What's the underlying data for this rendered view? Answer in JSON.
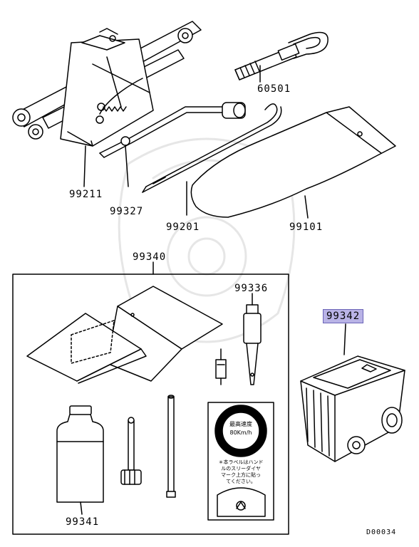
{
  "parts": {
    "p60501": "60501",
    "p99211": "99211",
    "p99327": "99327",
    "p99201": "99201",
    "p99101": "99101",
    "p99340": "99340",
    "p99336": "99336",
    "p99341": "99341",
    "p99342": "99342"
  },
  "diagram_code": "D00034",
  "sticker": {
    "speed_title": "最高速度",
    "speed_value": "80Km/h",
    "note": "＊本ラベルはハンド\nルのスリーダイヤ\nマーク上方に貼っ\nてください。"
  },
  "highlight_color": "#b9b3e6"
}
